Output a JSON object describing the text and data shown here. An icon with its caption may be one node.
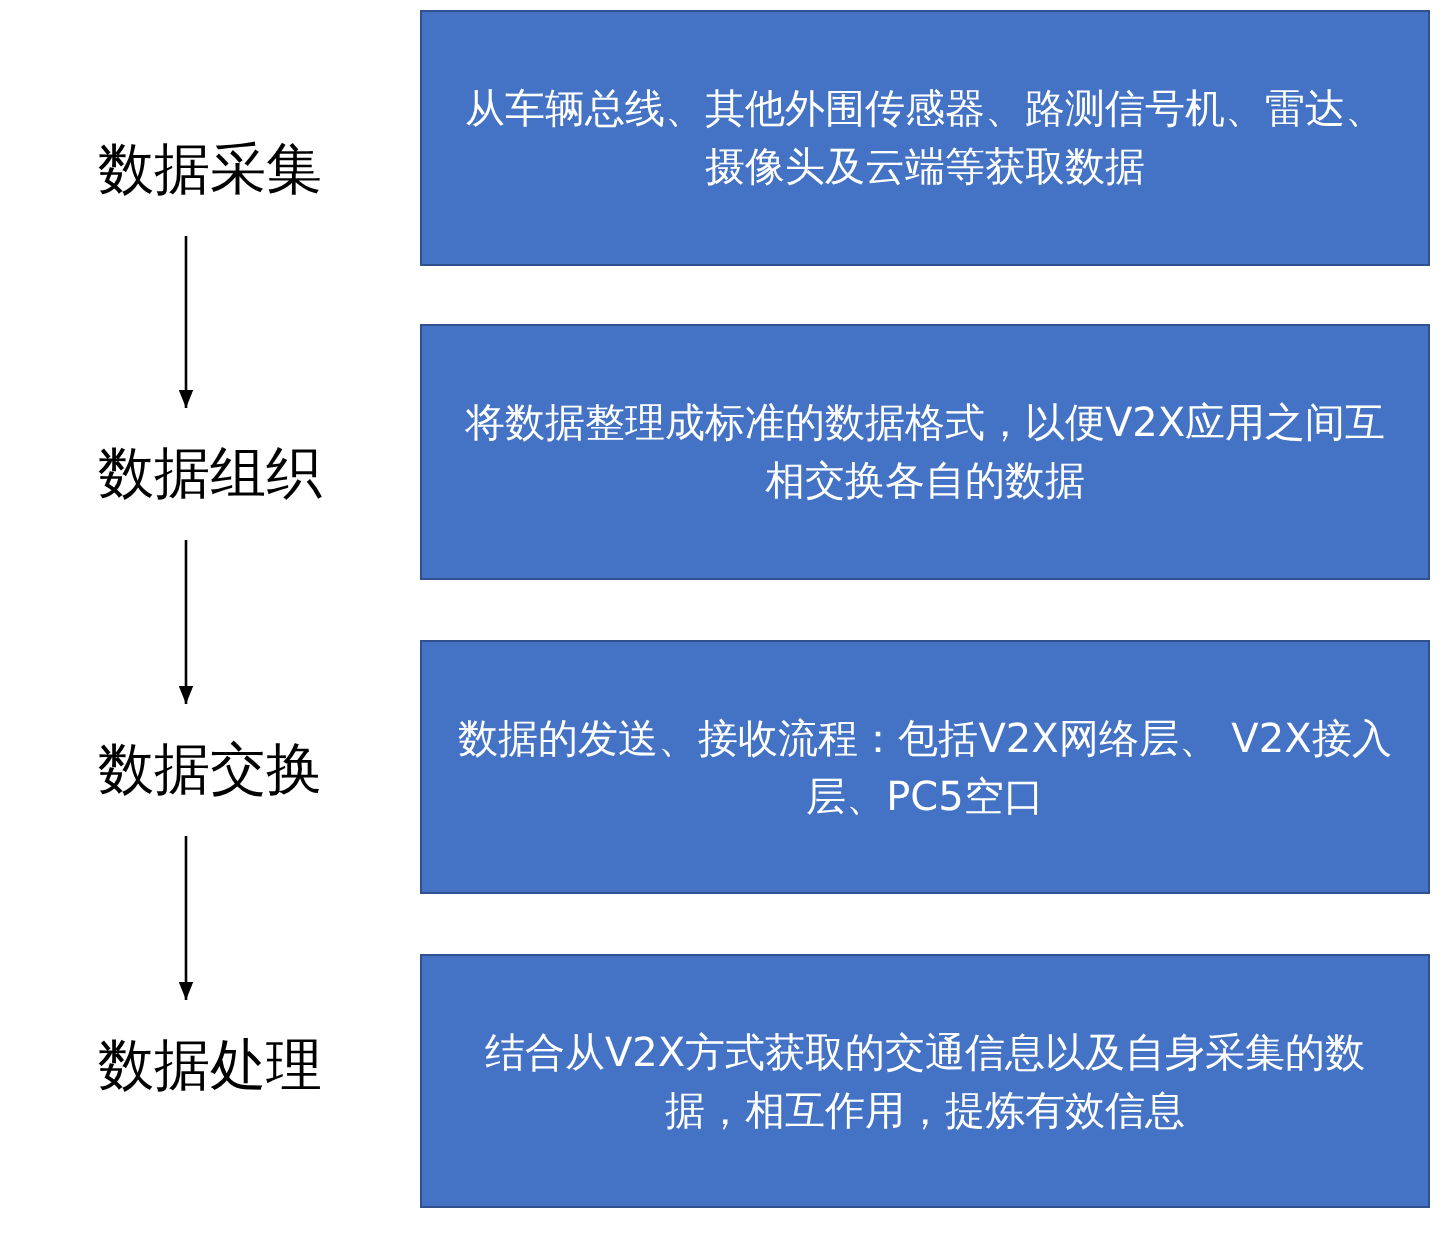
{
  "diagram": {
    "nodes": [
      {
        "text": [
          "数据采集"
        ]
      },
      {
        "text": [
          "从车辆总线、其他外围传感器、路测信号机、雷达、摄像头及云端等获取数据"
        ]
      },
      {
        "text": [
          "数据组织"
        ]
      },
      {
        "text": [
          "将数据整理成标准的数据格式，以便V2X应用之间互相交换各自的数据"
        ]
      },
      {
        "text": [
          "数据交换"
        ]
      },
      {
        "text": [
          "数据的发送、接收流程：包括V2X网络层、 V2X接入层、PC5空口"
        ]
      },
      {
        "text": [
          "数据处理"
        ]
      },
      {
        "text": [
          "结合从V2X方式获取的交通信息以及自身采集的数据，相互作用，提炼有效信息"
        ]
      }
    ],
    "edges": [
      {
        "from": 0,
        "to": 2,
        "arrow": "to"
      },
      {
        "from": 2,
        "to": 4,
        "arrow": "to"
      },
      {
        "from": 4,
        "to": 6,
        "arrow": "to"
      }
    ]
  }
}
